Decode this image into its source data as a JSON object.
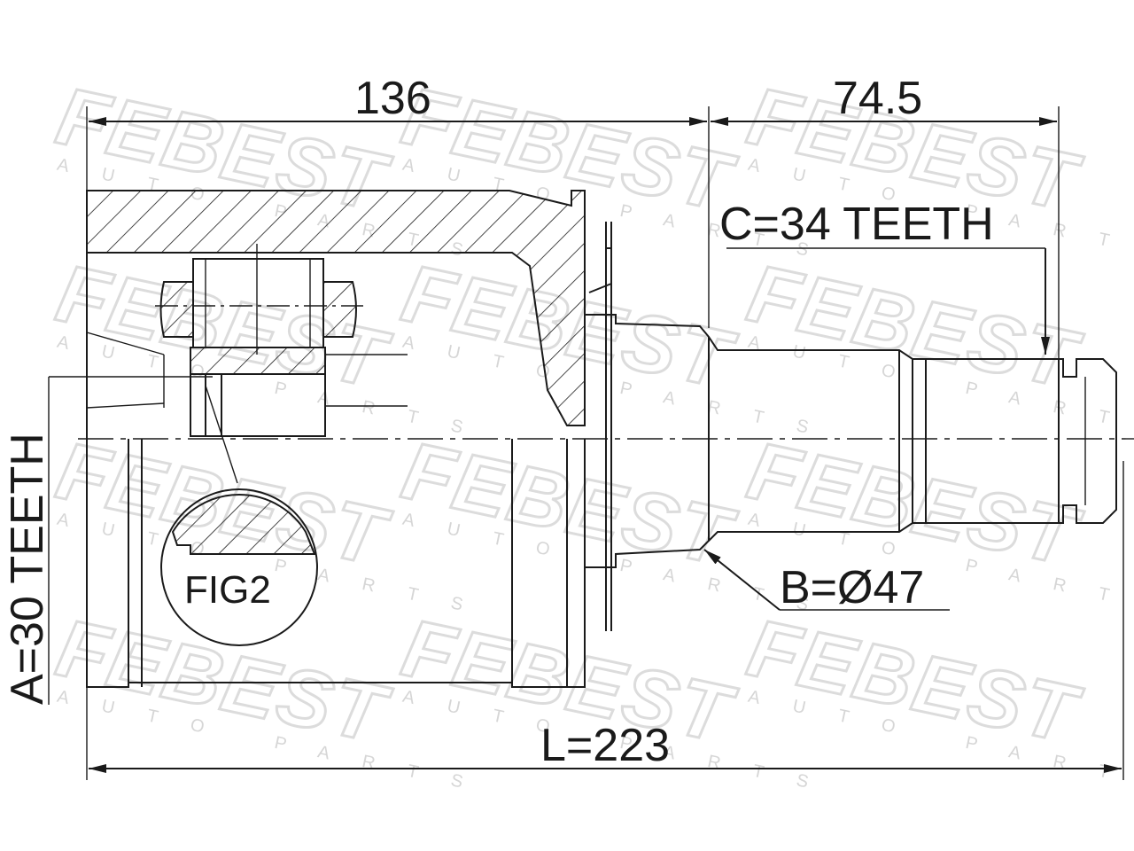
{
  "watermark": {
    "brand": "FEBEST",
    "sub": "AUTO PARTS"
  },
  "dimensions": {
    "top_left": "136",
    "top_right": "74.5",
    "overall_length": "L=223"
  },
  "callouts": {
    "c_teeth": "C=34 TEETH",
    "b_diameter": "B=Ø47",
    "a_teeth": "A=30 TEETH",
    "fig_label": "FIG2"
  },
  "colors": {
    "line": "#1a1a1a",
    "watermark": "#dcdcdc",
    "background": "#ffffff"
  }
}
